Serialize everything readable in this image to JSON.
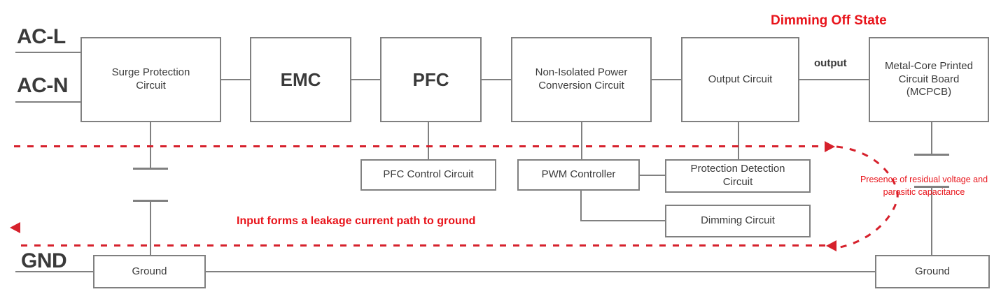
{
  "diagram": {
    "title_red": "Dimming Off State",
    "terminals": [
      {
        "name": "ac-l",
        "label": "AC-L"
      },
      {
        "name": "ac-n",
        "label": "AC-N"
      },
      {
        "name": "gnd",
        "label": "GND"
      }
    ],
    "blocks": [
      {
        "name": "surge-protection-circuit",
        "label": "Surge Protection Circuit"
      },
      {
        "name": "emc",
        "label": "EMC"
      },
      {
        "name": "pfc",
        "label": "PFC"
      },
      {
        "name": "non-isolated-power-conversion-circuit",
        "label": "Non-Isolated Power Conversion Circuit"
      },
      {
        "name": "output-circuit",
        "label": "Output Circuit"
      },
      {
        "name": "mcpcb",
        "label": "Metal-Core Printed Circuit Board (MCPCB)"
      },
      {
        "name": "pfc-control-circuit",
        "label": "PFC Control Circuit"
      },
      {
        "name": "pwm-controller",
        "label": "PWM Controller"
      },
      {
        "name": "protection-detection-circuit",
        "label": "Protection Detection Circuit"
      },
      {
        "name": "dimming-circuit",
        "label": "Dimming Circuit"
      },
      {
        "name": "ground-left",
        "label": "Ground"
      },
      {
        "name": "ground-right",
        "label": "Ground"
      }
    ],
    "block_text": {
      "surge_protection": "Surge Protection\nCircuit",
      "emc": "EMC",
      "pfc": "PFC",
      "non_isolated": "Non-Isolated Power\nConversion Circuit",
      "output_circuit": "Output Circuit",
      "mcpcb": "Metal-Core Printed\nCircuit Board\n(MCPCB)",
      "pfc_control": "PFC Control Circuit",
      "pwm_controller": "PWM Controller",
      "protection_detection": "Protection Detection\nCircuit",
      "dimming_circuit": "Dimming Circuit",
      "ground_left": "Ground",
      "ground_right": "Ground"
    },
    "connection_labels": [
      {
        "name": "output-label",
        "label": "output"
      }
    ],
    "annotations": [
      {
        "name": "leakage-path-note",
        "label": "Input forms a leakage current path to ground"
      },
      {
        "name": "residual-voltage-note",
        "label": "Presence of residual voltage and parasitic capacitance"
      }
    ],
    "colors": {
      "red": "#e8131a",
      "dash_red": "#d6212c",
      "wire_gray": "#808080",
      "text_dark": "#3a3a3a",
      "background": "#ffffff"
    }
  }
}
